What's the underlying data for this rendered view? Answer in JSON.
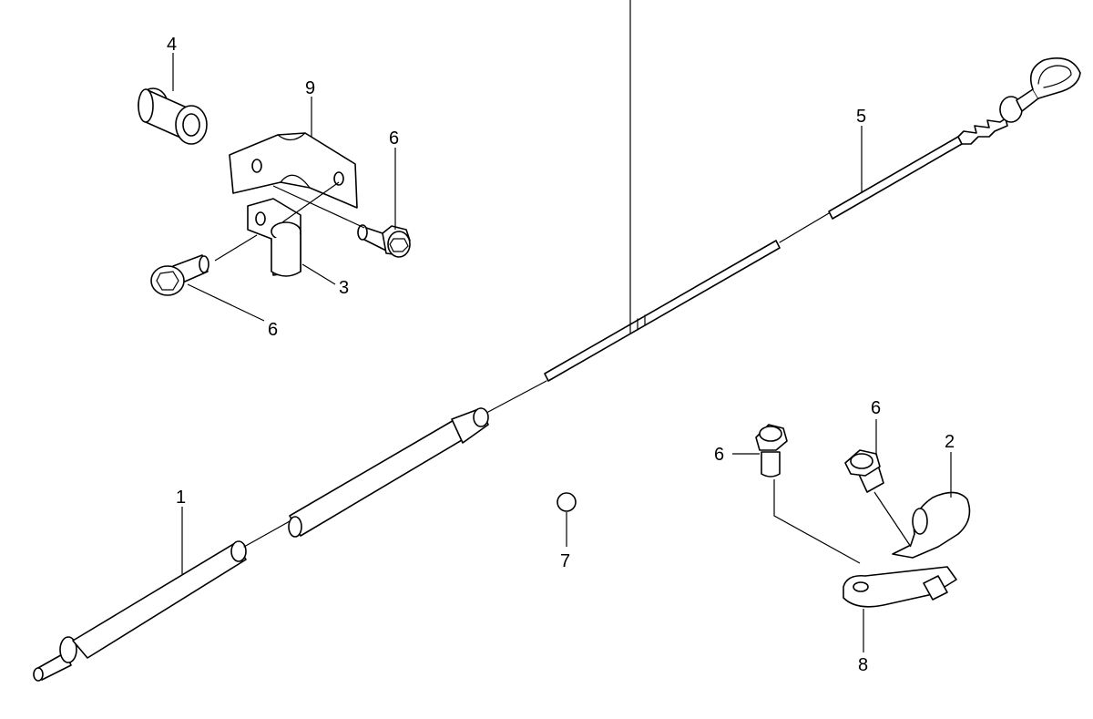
{
  "callouts": {
    "part_1": "1",
    "part_2": "2",
    "part_3": "3",
    "part_4": "4",
    "part_5": "5",
    "part_6_upper_right": "6",
    "part_6_upper_left": "6",
    "part_6_lower_middle": "6",
    "part_6_lower_right": "6",
    "part_7": "7",
    "part_8": "8",
    "part_9": "9"
  }
}
